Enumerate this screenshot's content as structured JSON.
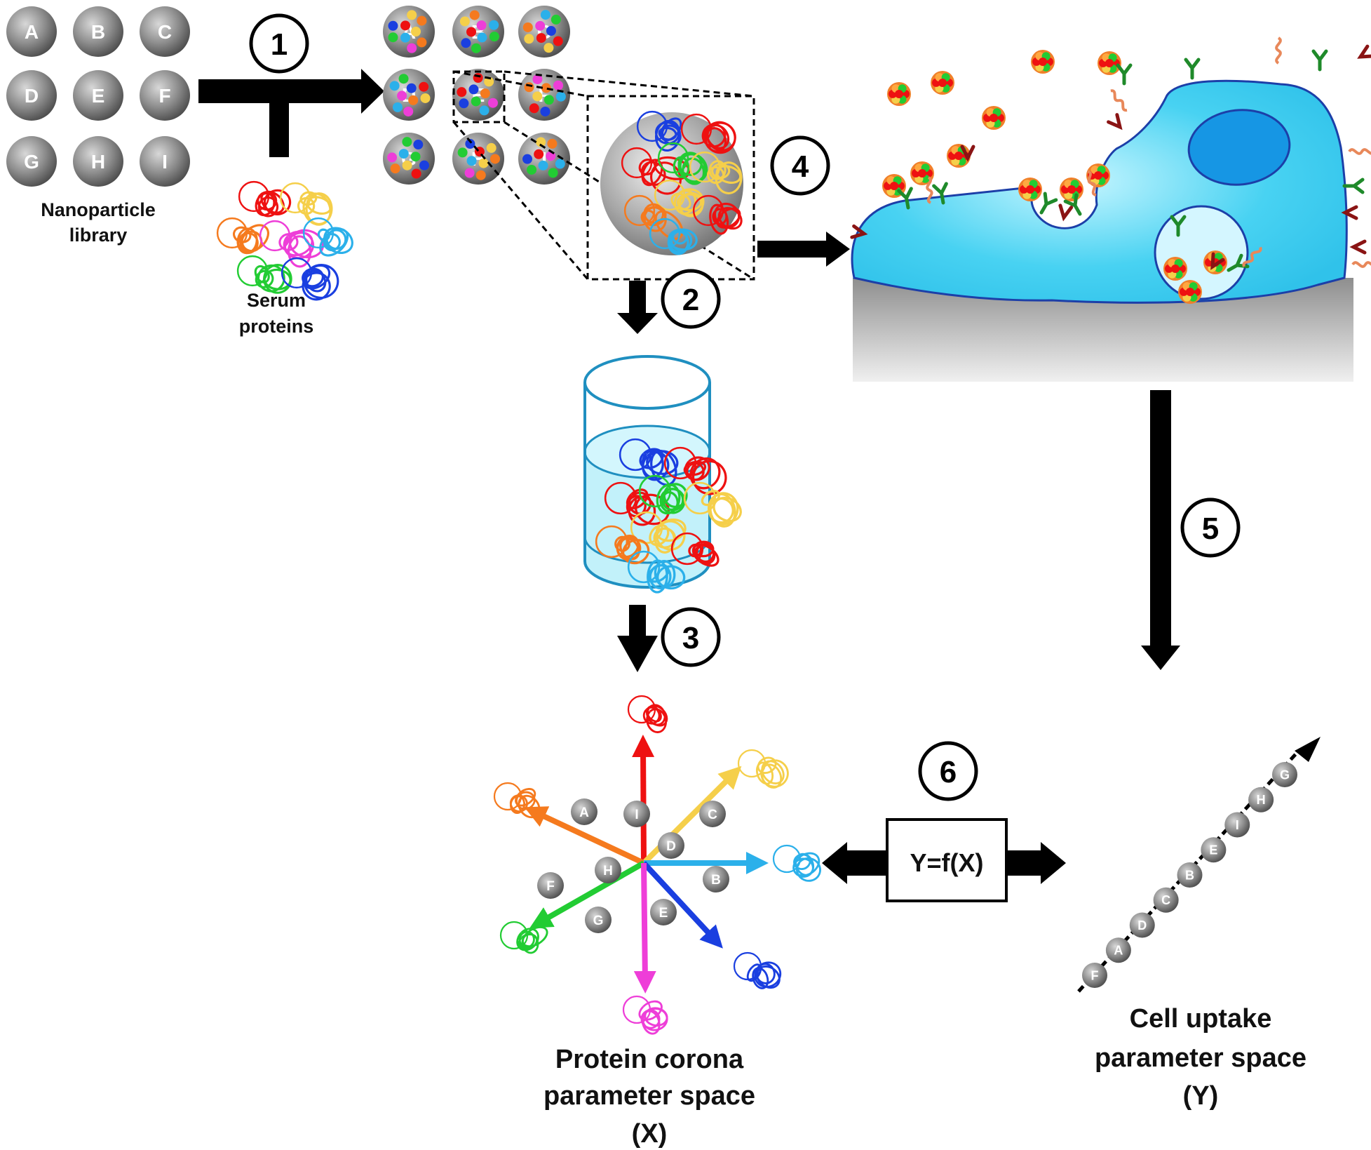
{
  "library": {
    "particles": [
      "A",
      "B",
      "C",
      "D",
      "E",
      "F",
      "G",
      "H",
      "I"
    ],
    "label_line1": "Nanoparticle",
    "label_line2": "library"
  },
  "serum": {
    "label_line1": "Serum",
    "label_line2": "proteins"
  },
  "steps": [
    "1",
    "2",
    "3",
    "4",
    "5",
    "6"
  ],
  "model": {
    "equation": "Y=f(X)"
  },
  "corona_space": {
    "label_line1": "Protein corona",
    "label_line2": "parameter space",
    "label_line3": "(X)",
    "points": [
      "A",
      "I",
      "C",
      "D",
      "H",
      "B",
      "F",
      "E",
      "G"
    ]
  },
  "uptake_space": {
    "label_line1": "Cell uptake",
    "label_line2": "parameter space",
    "label_line3": "(Y)",
    "order": [
      "F",
      "A",
      "D",
      "C",
      "B",
      "E",
      "I",
      "H",
      "G"
    ]
  },
  "colors": {
    "protein_red": "#ee1111",
    "protein_yellow": "#f5cf4a",
    "protein_orange": "#f57a1e",
    "protein_magenta": "#ee3ed8",
    "protein_cyan": "#2bb0ea",
    "protein_green": "#22cc33",
    "protein_blue": "#1a3fe0",
    "cell": "#3ccdf0",
    "nucleus": "#1496e6",
    "substrate": "#b8b8b8",
    "nanoparticle": "#7a7a7a"
  }
}
